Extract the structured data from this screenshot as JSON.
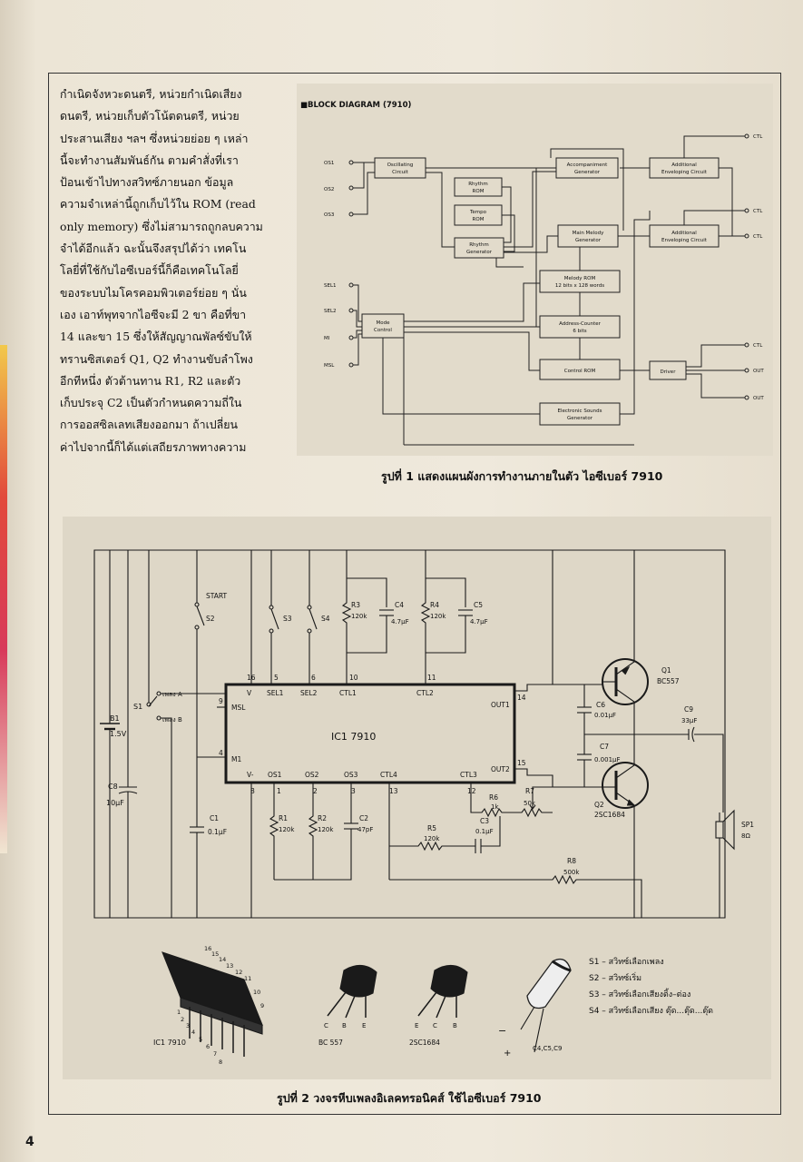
{
  "body_lines": [
    "กำเนิดจังหวะดนตรี, หน่วยกำเนิดเสียง",
    "ดนตรี, หน่วยเก็บตัวโน้ตดนตรี, หน่วย",
    "ประสานเสียง ฯลฯ ซึ่งหน่วยย่อย ๆ เหล่า",
    "นี้จะทำงานสัมพันธ์กัน ตามคำสั่งที่เรา",
    "ป้อนเข้าไปทางสวิทซ์ภายนอก ข้อมูล",
    "ความจำเหล่านี้ถูกเก็บไว้ใน ROM (read",
    "only memory) ซึ่งไม่สามารถถูกลบความ",
    "จำได้อีกแล้ว ฉะนั้นจึงสรุปได้ว่า เทคโน",
    "โลยี่ที่ใช้กับไอซีเบอร์นี้ก็คือเทคโนโลยี่",
    "ของระบบไมโครคอมพิวเตอร์ย่อย ๆ นั่น",
    "เอง เอาท์พุทจากไอซีจะมี 2 ขา คือที่ขา",
    "14 และขา 15 ซึ่งให้สัญญาณพัลซ์ขับให้",
    "ทรานซิสเตอร์ Q1, Q2 ทำงานขับลำโพง",
    "อีกทีหนึ่ง ตัวต้านทาน R1, R2 และตัว",
    "เก็บประจุ C2 เป็นตัวกำหนดความถี่ใน",
    "การออสซิลเลทเสียงออกมา ถ้าเปลี่ยน",
    "ค่าไปจากนี้ก็ได้แต่เสถียรภาพทางความ"
  ],
  "block_diagram": {
    "title": "■BLOCK DIAGRAM (7910)",
    "blocks": {
      "osc1": "Oscillating",
      "osc2": "Circuit",
      "rrom1": "Rhythm",
      "rrom2": "ROM",
      "trom1": "Tempo",
      "trom2": "ROM",
      "rgen1": "Rhythm",
      "rgen2": "Generator",
      "acc1": "Accompaniment",
      "acc2": "Generator",
      "mmg1": "Main Melody",
      "mmg2": "Generator",
      "aec1a": "Additional",
      "aec1b": "Enveloping Circuit",
      "aec2a": "Additional",
      "aec2b": "Enveloping Circuit",
      "mrom1": "Melody ROM",
      "mrom2": "12 bits x 128 words",
      "addr1": "Address-Counter",
      "addr2": "6 bits",
      "mode1": "Mode",
      "mode2": "Control",
      "crom": "Control ROM",
      "esg1": "Electronic Sounds",
      "esg2": "Generator",
      "drv": "Driver"
    },
    "pins_left": [
      "OS1",
      "OS2",
      "OS3",
      "SEL1",
      "SEL2",
      "MI",
      "MSL"
    ],
    "pins_right": [
      "CTL",
      "CTL",
      "CTL",
      "CTL",
      "OUT",
      "OUT"
    ]
  },
  "caption1": "รูปที่ 1 แสดงแผนผังการทำงานภายในตัว ไอซีเบอร์ 7910",
  "schematic": {
    "ic_label": "IC1 7910",
    "pins": {
      "p16": "16",
      "p5": "5",
      "p6": "6",
      "p10": "10",
      "p11": "11",
      "p9": "9",
      "p4": "4",
      "p8": "8",
      "p1": "1",
      "p2": "2",
      "p3": "3",
      "p13": "13",
      "p12": "12",
      "p14": "14",
      "p15": "15"
    },
    "pin_names": {
      "v": "V",
      "sel1": "SEL1",
      "sel2": "SEL2",
      "ctl1": "CTL1",
      "ctl2": "CTL2",
      "msl": "MSL",
      "m1": "M1",
      "vm": "V-",
      "os1": "OS1",
      "os2": "OS2",
      "os3": "OS3",
      "ctl4": "CTL4",
      "ctl3": "CTL3",
      "out1": "OUT1",
      "out2": "OUT2"
    },
    "parts": {
      "start": "START",
      "s2": "S2",
      "s3": "S3",
      "s4": "S4",
      "s1": "S1",
      "song_a": "เพลง A",
      "song_b": "เพลง B",
      "b1": "B1",
      "b1v": "1.5V",
      "c8": "C8",
      "c8v": "10µF",
      "c1": "C1",
      "c1v": "0.1µF",
      "r3": "R3",
      "r3v": "120k",
      "c4": "C4",
      "c4v": "4.7µF",
      "r4": "R4",
      "r4v": "120k",
      "c5": "C5",
      "c5v": "4.7µF",
      "r1": "R1",
      "r1v": "120k",
      "r2": "R2",
      "r2v": "120k",
      "c2": "C2",
      "c2v": "47pF",
      "r5": "R5",
      "r5v": "120k",
      "c3": "C3",
      "c3v": "0.1µF",
      "r6": "R6",
      "r6v": "1k",
      "r7": "R7",
      "r7v": "50k",
      "r8": "R8",
      "r8v": "500k",
      "c6": "C6",
      "c6v": "0.01µF",
      "c7": "C7",
      "c7v": "0.001µF",
      "c9": "C9",
      "c9v": "33µF",
      "q1": "Q1",
      "q1v": "BC557",
      "q2": "Q2",
      "q2v": "2SC1684",
      "sp1": "SP1",
      "sp1v": "8Ω"
    }
  },
  "components": {
    "ic_name": "IC1 7910",
    "ic_pins_top": [
      "16",
      "15",
      "14",
      "13",
      "12",
      "11",
      "10",
      "9"
    ],
    "ic_pins_bottom": [
      "1",
      "2",
      "3",
      "4",
      "5",
      "6",
      "7",
      "8"
    ],
    "t1_name": "BC 557",
    "t1_pins": [
      "C",
      "B",
      "E"
    ],
    "t2_name": "2SC1684",
    "t2_pins": [
      "E",
      "C",
      "B"
    ],
    "cap_name": "C4,C5,C9",
    "cap_minus": "−",
    "cap_plus": "+"
  },
  "legend": [
    "S1 – สวิทซ์เลือกเพลง",
    "S2 – สวิทซ์เริ่ม",
    "S3 – สวิทซ์เลือกเสียงติ้ง–ต่อง",
    "S4 – สวิทซ์เลือกเสียง ตุ๊ด...ตุ๊ด...ตุ๊ด"
  ],
  "caption2": "รูปที่ 2 วงจรหีบเพลงอิเลคทรอนิคส์ ใช้ไอซีเบอร์ 7910",
  "page_number": "4"
}
